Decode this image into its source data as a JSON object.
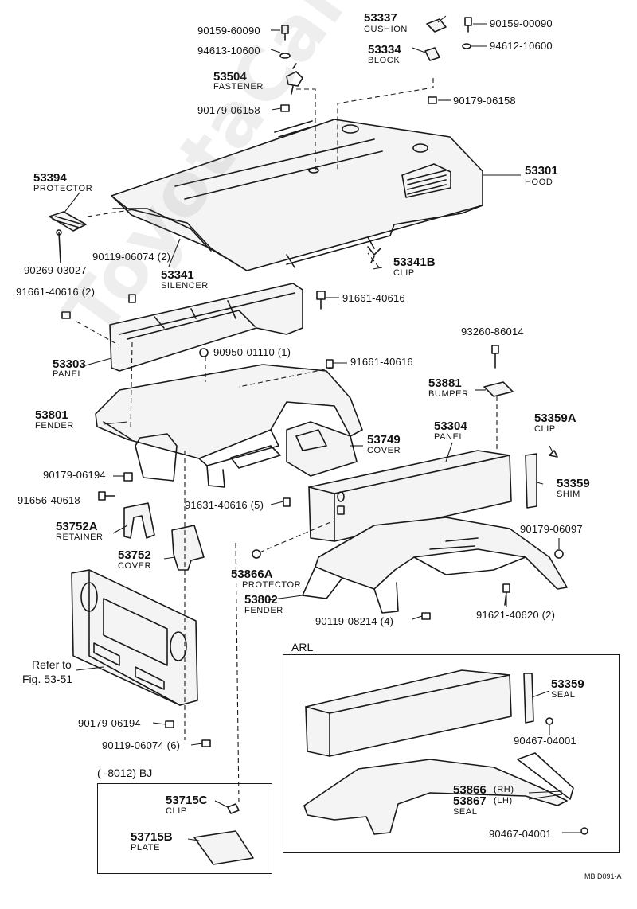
{
  "watermark": "ToyotaCarMine.ru",
  "footer_code": "MB D091-A",
  "boxes": {
    "arl_title": "ARL",
    "bj_title": "(      -8012)  BJ"
  },
  "parts": {
    "p90159_60090": "90159-60090",
    "p94613_10600": "94613-10600",
    "p53504": "53504",
    "p53504_name": "FASTENER",
    "p90179_06158_a": "90179-06158",
    "p53337": "53337",
    "p53337_name": "CUSHION",
    "p90159_00090": "90159-00090",
    "p53334": "53334",
    "p53334_name": "BLOCK",
    "p94612_10600": "94612-10600",
    "p90179_06158_b": "90179-06158",
    "p53301": "53301",
    "p53301_name": "HOOD",
    "p53394": "53394",
    "p53394_name": "PROTECTOR",
    "p90269_03027": "90269-03027",
    "p90119_06074_2": "90119-06074 (2)",
    "p53341": "53341",
    "p53341_name": "SILENCER",
    "p53341b": "53341B",
    "p53341b_name": "CLIP",
    "p91661_40616_2": "91661-40616 (2)",
    "p91661_40616_a": "91661-40616",
    "p93260_86014": "93260-86014",
    "p90950_01110": "90950-01110 (1)",
    "p53303": "53303",
    "p53303_name": "PANEL",
    "p91661_40616_b": "91661-40616",
    "p53881": "53881",
    "p53881_name": "BUMPER",
    "p53801": "53801",
    "p53801_name": "FENDER",
    "p53359a": "53359A",
    "p53359a_name": "CLIP",
    "p53304": "53304",
    "p53304_name": "PANEL",
    "p53749": "53749",
    "p53749_name": "COVER",
    "p90179_06194_a": "90179-06194",
    "p53359": "53359",
    "p53359_name": "SHIM",
    "p91656_40618": "91656-40618",
    "p91631_40616": "91631-40616 (5)",
    "p53752a": "53752A",
    "p53752a_name": "RETAINER",
    "p90179_06097": "90179-06097",
    "p53752": "53752",
    "p53752_name": "COVER",
    "p53866a": "53866A",
    "p53866a_name": "PROTECTOR",
    "p53802": "53802",
    "p53802_name": "FENDER",
    "p90119_08214": "90119-08214 (4)",
    "p91621_40620": "91621-40620 (2)",
    "refer_line1": "Refer to",
    "refer_line2": "Fig. 53-51",
    "p90179_06194_b": "90179-06194",
    "p90119_06074_6": "90119-06074 (6)",
    "p53715c": "53715C",
    "p53715c_name": "CLIP",
    "p53715b": "53715B",
    "p53715b_name": "PLATE",
    "arl_53359": "53359",
    "arl_53359_name": "SEAL",
    "arl_90467_a": "90467-04001",
    "arl_53866": "53866",
    "arl_53866_rh": "(RH)",
    "arl_53867": "53867",
    "arl_53867_lh": "(LH)",
    "arl_seal": "SEAL",
    "arl_90467_b": "90467-04001"
  }
}
